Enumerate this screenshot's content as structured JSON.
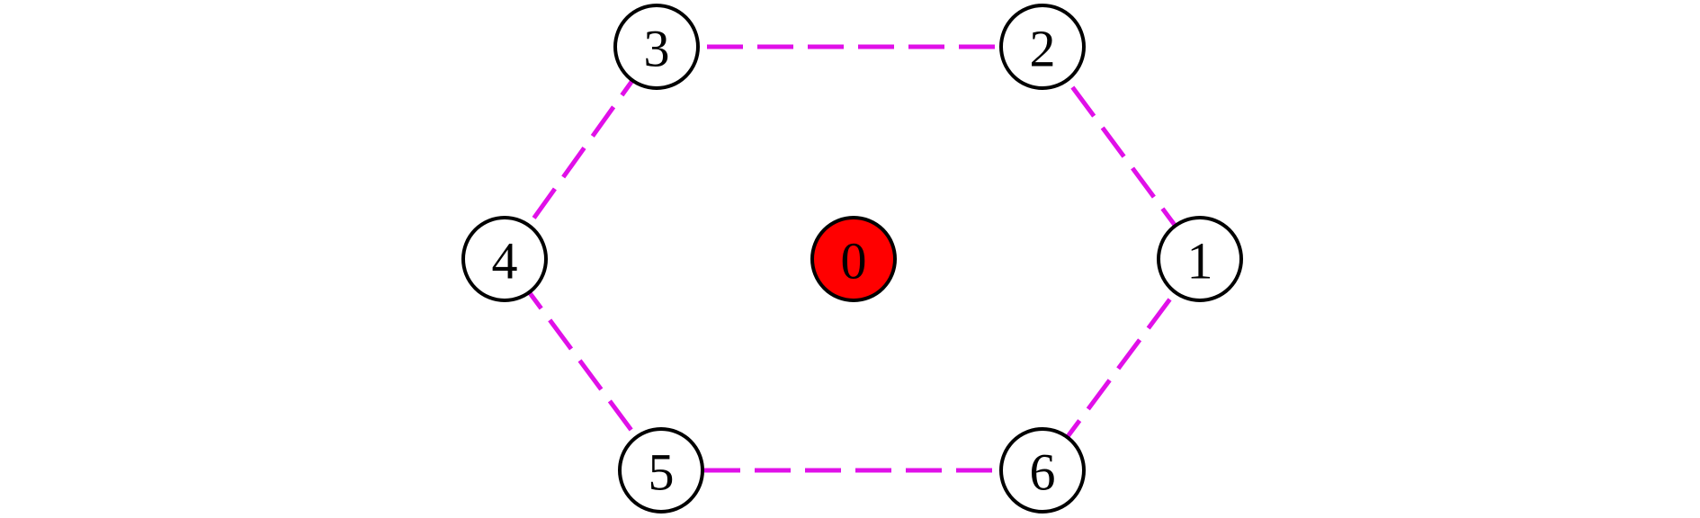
{
  "diagram": {
    "center_node": {
      "id": "0",
      "label": "0",
      "fill": "#ff0000"
    },
    "ring_nodes": [
      {
        "id": "1",
        "label": "1"
      },
      {
        "id": "2",
        "label": "2"
      },
      {
        "id": "3",
        "label": "3"
      },
      {
        "id": "4",
        "label": "4"
      },
      {
        "id": "5",
        "label": "5"
      },
      {
        "id": "6",
        "label": "6"
      }
    ],
    "edges": [
      [
        "3",
        "2"
      ],
      [
        "2",
        "1"
      ],
      [
        "1",
        "6"
      ],
      [
        "6",
        "5"
      ],
      [
        "5",
        "4"
      ],
      [
        "4",
        "3"
      ]
    ],
    "colors": {
      "edge": "#e010e8",
      "node_fill": "#ffffff",
      "node_stroke": "#000000"
    }
  }
}
